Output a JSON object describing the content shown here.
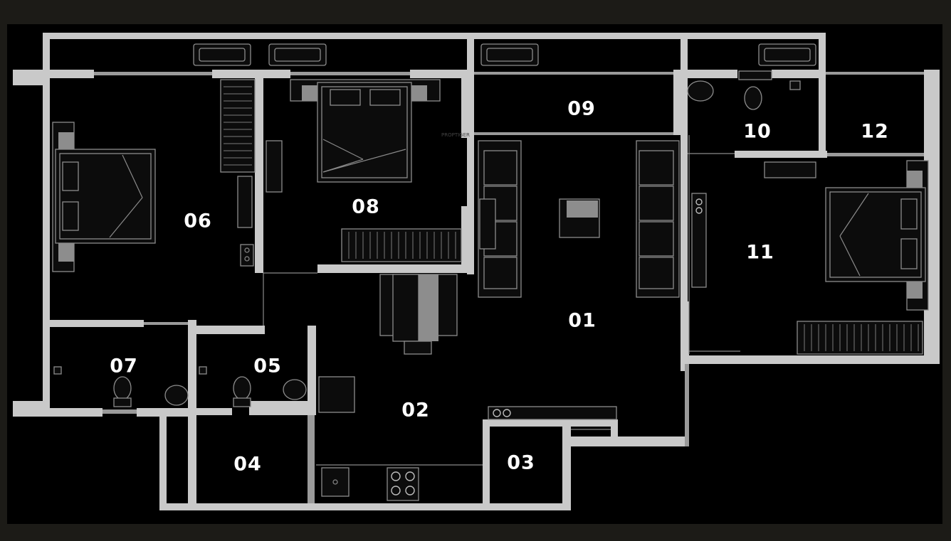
{
  "watermark": "PROPTIGER",
  "rooms": {
    "r01": "01",
    "r02": "02",
    "r03": "03",
    "r04": "04",
    "r05": "05",
    "r06": "06",
    "r07": "07",
    "r08": "08",
    "r09": "09",
    "r10": "10",
    "r11": "11",
    "r12": "12"
  },
  "colors": {
    "background": "#000000",
    "frame": "#1c1b17",
    "walls": "#c9c9c9",
    "labels": "#ffffff"
  }
}
